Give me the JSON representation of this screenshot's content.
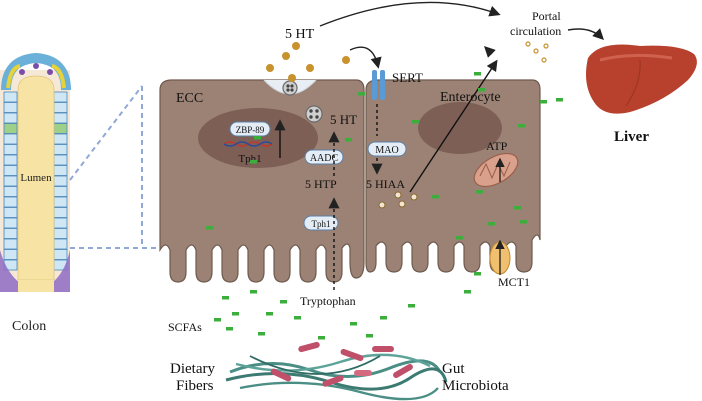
{
  "labels": {
    "colon": "Colon",
    "lumen": "Lumen",
    "ecc": "ECC",
    "enterocyte": "Enterocyte",
    "five_ht_top": "5 HT",
    "sert": "SERT",
    "portal_circulation_line1": "Portal",
    "portal_circulation_line2": "circulation",
    "liver": "Liver",
    "zbp89": "ZBP-89",
    "tph1_gene": "Tph1",
    "five_ht_cell": "5 HT",
    "aadc": "AADC",
    "five_htp": "5 HTP",
    "tph1_enzyme": "Tph1",
    "tryptophan": "Tryptophan",
    "mao": "MAO",
    "five_hiaa": "5 HIAA",
    "atp": "ATP",
    "mct1": "MCT1",
    "scfas": "SCFAs",
    "dietary_fibers_line1": "Dietary",
    "dietary_fibers_line2": "Fibers",
    "gut_microbiota_line1": "Gut",
    "gut_microbiota_line2": "Microbiota"
  },
  "colors": {
    "cell_fill": "#9c8274",
    "cell_stroke": "#6e5a4e",
    "nucleus": "#7d5f55",
    "scfa_green": "#3cae3c",
    "serotonin_granule": "#c8922e",
    "sert_blue": "#5b9bd5",
    "liver_red": "#b8412d",
    "lumen_yellow": "#f7e3a3",
    "arrow": "#222222",
    "dashed_blue": "#8fa8d6"
  }
}
